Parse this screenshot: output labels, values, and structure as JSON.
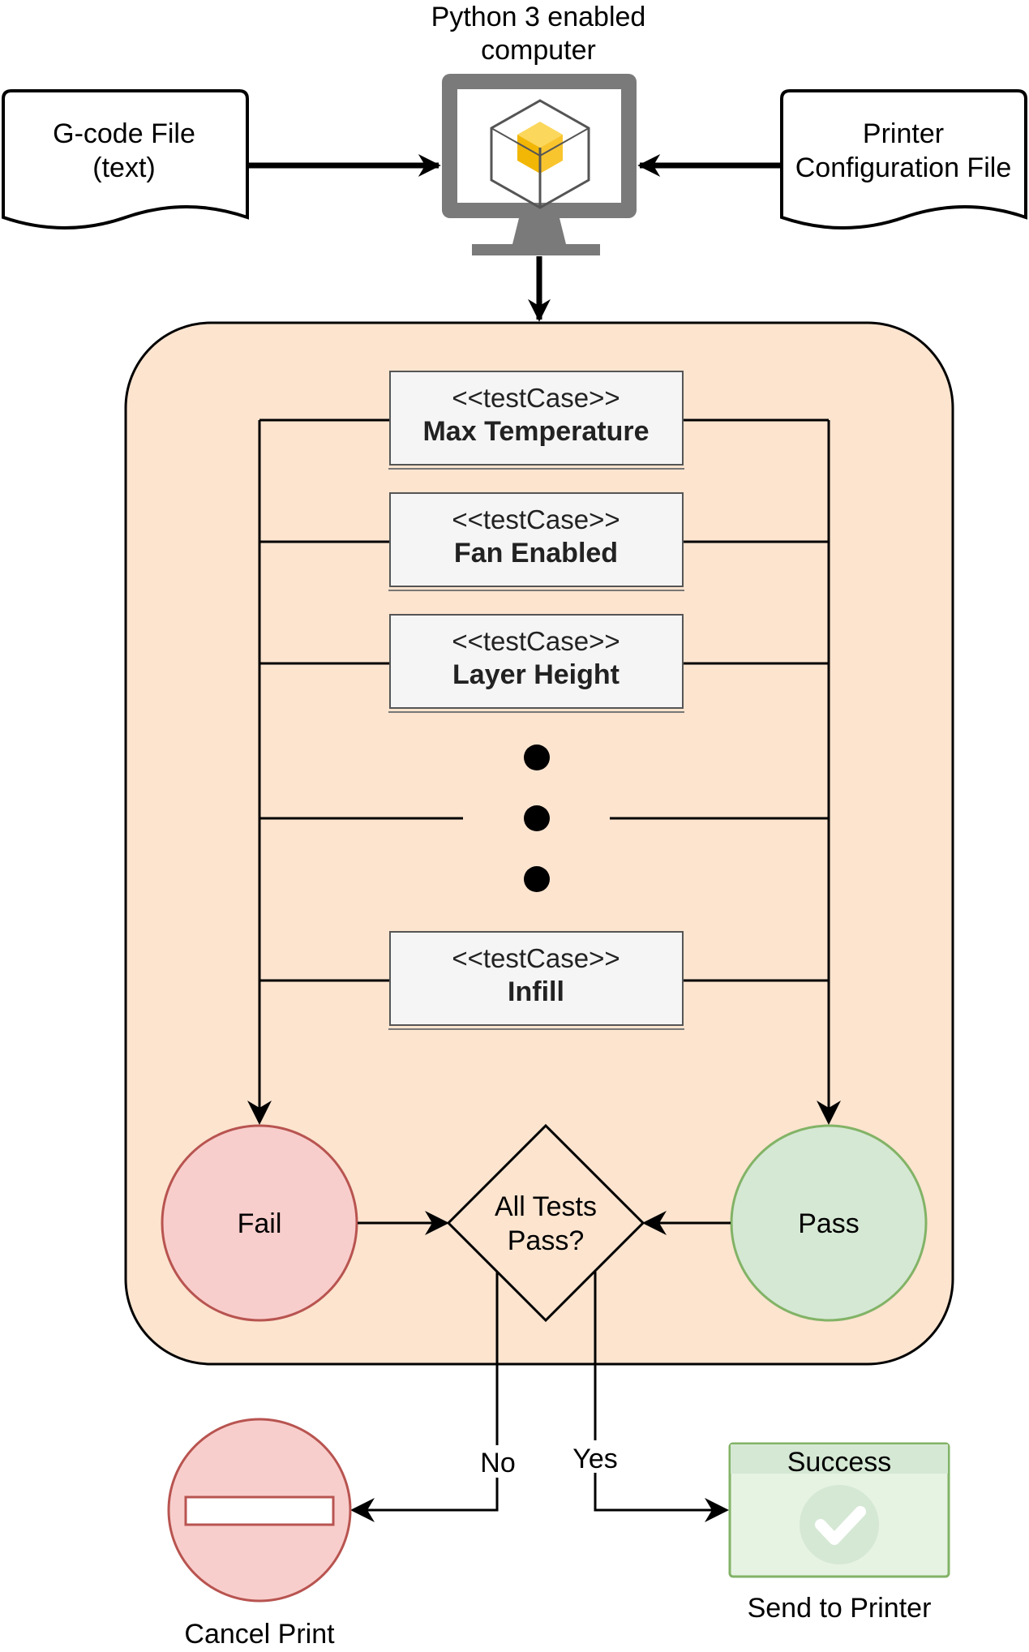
{
  "computer": {
    "label_line1": "Python 3 enabled",
    "label_line2": "computer",
    "icon": "monitor-with-cube-icon"
  },
  "inputs": {
    "gcode": {
      "line1": "G-code File",
      "line2": "(text)"
    },
    "printer_config": {
      "line1": "Printer",
      "line2": "Configuration File"
    }
  },
  "test_cases": [
    {
      "stereotype": "<<testCase>>",
      "name": "Max Temperature"
    },
    {
      "stereotype": "<<testCase>>",
      "name": "Fan Enabled"
    },
    {
      "stereotype": "<<testCase>>",
      "name": "Layer Height"
    },
    {
      "stereotype": "<<testCase>>",
      "name": "Infill"
    }
  ],
  "results": {
    "fail": "Fail",
    "pass": "Pass"
  },
  "decision": {
    "line1": "All Tests",
    "line2": "Pass?",
    "no_label": "No",
    "yes_label": "Yes"
  },
  "outcomes": {
    "cancel": {
      "label": "Cancel Print",
      "icon": "no-entry-icon"
    },
    "success": {
      "title": "Success",
      "label": "Send to Printer",
      "icon": "checkmark-icon"
    }
  },
  "colors": {
    "container_fill": "#fce4cf",
    "fail_fill": "#f8cecc",
    "fail_stroke": "#b85450",
    "pass_fill": "#d5e8d4",
    "pass_stroke": "#82b366",
    "testcase_fill": "#f5f5f5",
    "monitor": "#7a7a7a",
    "cube": "#f9c52f"
  }
}
